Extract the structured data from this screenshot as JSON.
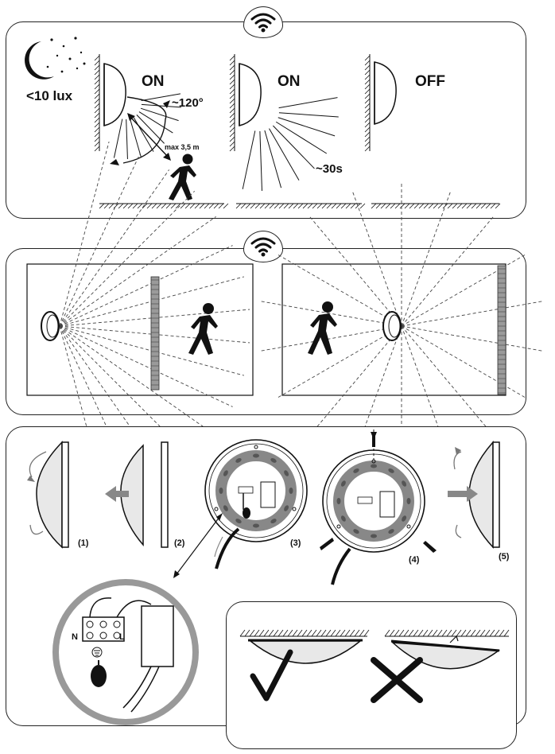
{
  "panel1": {
    "lux_label": "<10 lux",
    "state1": "ON",
    "state2": "ON",
    "state3": "OFF",
    "angle_label": "~120°",
    "distance_label": "max 3,5 m",
    "delay_label": "~30s"
  },
  "panel3": {
    "steps": [
      "(1)",
      "(2)",
      "(3)",
      "(4)",
      "(5)"
    ],
    "terminal_n": "N",
    "terminal_l": "L"
  },
  "icons": {
    "sensor": "motion-sensor-icon",
    "moon": "moon-icon",
    "person": "walking-person-icon",
    "check": "check-mark-icon",
    "cross": "cross-mark-icon"
  }
}
